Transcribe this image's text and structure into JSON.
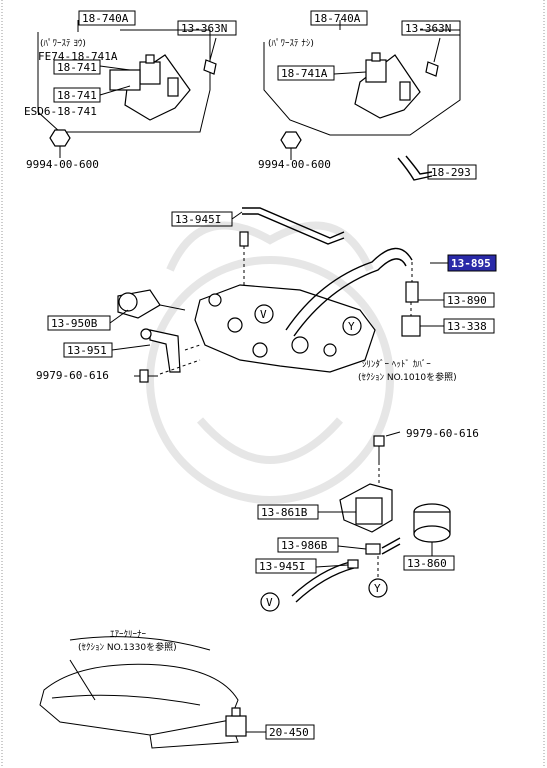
{
  "diagram": {
    "callouts": {
      "tl_18740A": "18-740A",
      "tl_13363N": "13-363N",
      "tl_note1": "(ﾊﾟﾜｰｽﾃ ﾖｳ)",
      "tl_note2": "FE74-18-741A",
      "tl_18741a": "18-741",
      "tl_18741b": "18-741",
      "tl_note3": "ESD6-18-741",
      "tl_9994": "9994-00-600",
      "tr_18740A": "18-740A",
      "tr_13363N": "13-363N",
      "tr_note1": "(ﾊﾟﾜｰｽﾃ ﾅｼ)",
      "tr_18741A": "18-741A",
      "tr_9994": "9994-00-600",
      "tr_18293": "18-293",
      "m_13945I": "13-945I",
      "m_13895": "13-895",
      "m_13890": "13-890",
      "m_13338": "13-338",
      "m_13950B": "13-950B",
      "m_13951": "13-951",
      "m_9979a": "9979-60-616",
      "m_note_head1": "ｼﾘﾝﾀﾞｰ ﾍｯﾄﾞ ｶﾊﾞｰ",
      "m_note_head2": "(ｾｸｼｮﾝ NO.1010を参照)",
      "marker_v": "V",
      "marker_y": "Y",
      "b_9979": "9979-60-616",
      "b_13861B": "13-861B",
      "b_13986B": "13-986B",
      "b_13945I": "13-945I",
      "b_13860": "13-860",
      "b_marker_v": "V",
      "b_marker_y": "Y",
      "air_note1": "ｴｱｰｸﾘｰﾅｰ",
      "air_note2": "(ｾｸｼｮﾝ NO.1330を参照)",
      "b_20450": "20-450"
    },
    "highlight_color": "#2a2aa8",
    "highlighted_part": "13-895"
  }
}
